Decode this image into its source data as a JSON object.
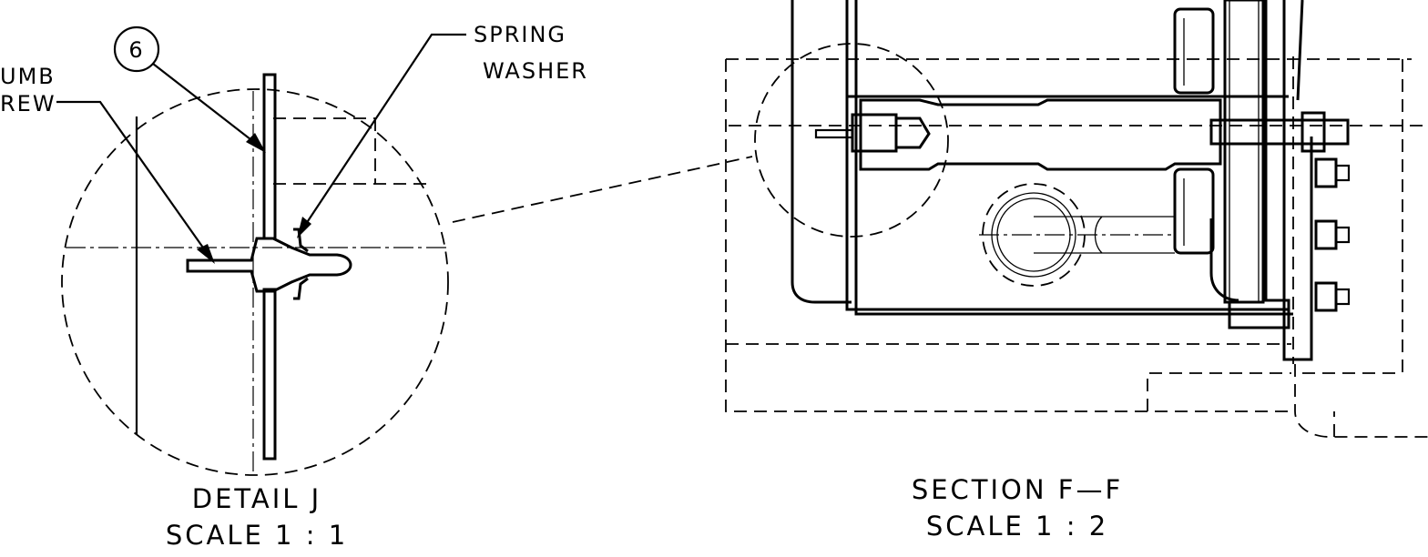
{
  "detail": {
    "balloon": "6",
    "label_thumb_line1": "UMB",
    "label_thumb_line2": "REW",
    "label_spring_line1": "SPRING",
    "label_spring_line2": "WASHER",
    "title": "DETAIL J",
    "scale": "SCALE 1 : 1"
  },
  "section": {
    "title": "SECTION F—F",
    "scale": "SCALE 1 : 2"
  }
}
